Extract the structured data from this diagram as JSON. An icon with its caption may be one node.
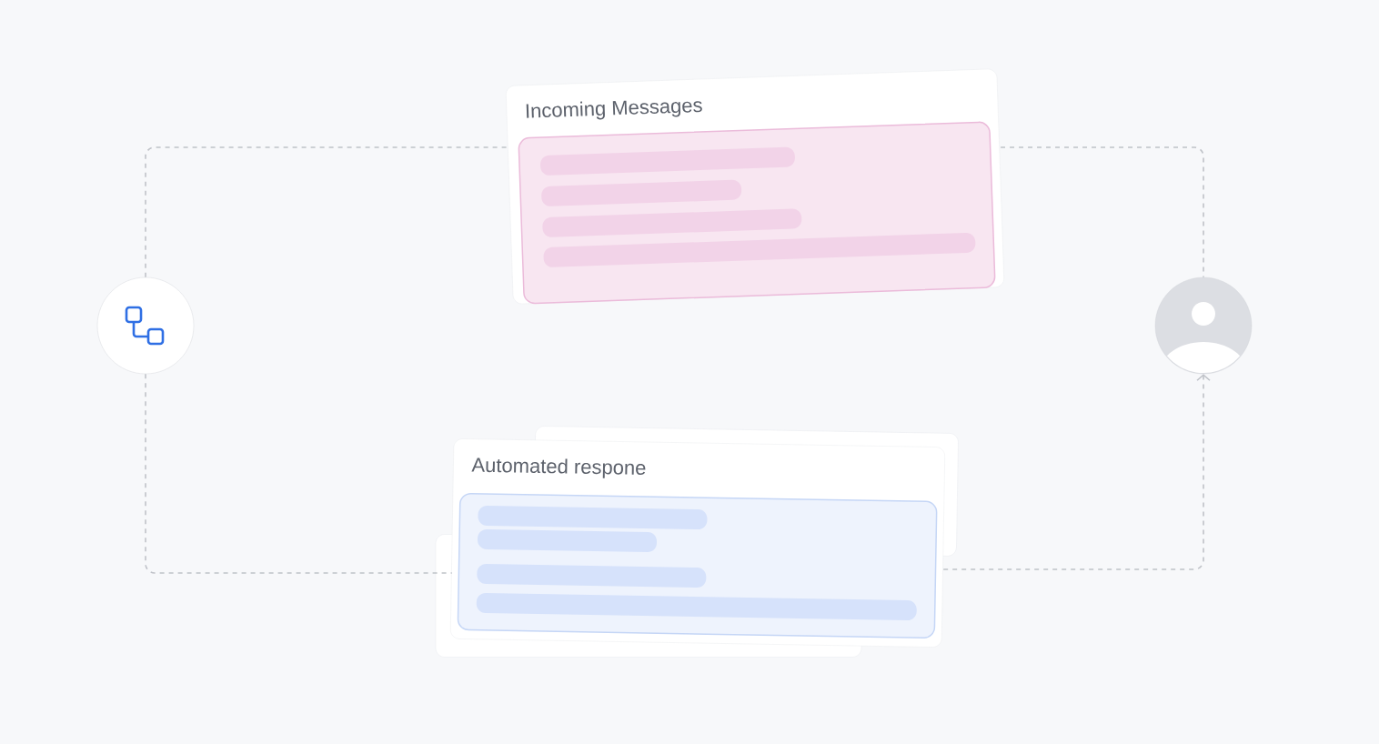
{
  "diagram": {
    "nodes": [
      {
        "text": [],
        "shape": "circle"
      },
      {
        "text": [
          "Incoming Messages"
        ]
      },
      {
        "text": [
          "Automated respone"
        ]
      },
      {
        "text": [],
        "shape": "person"
      }
    ],
    "edges": [
      {
        "from": 0,
        "to": 1,
        "arrow": "none",
        "style": "dashed"
      },
      {
        "from": 1,
        "to": 3,
        "arrow": "none",
        "style": "dashed"
      },
      {
        "from": 0,
        "to": 2,
        "arrow": "none",
        "style": "dashed"
      },
      {
        "from": 2,
        "to": 3,
        "arrow": "to",
        "style": "dashed"
      }
    ]
  }
}
